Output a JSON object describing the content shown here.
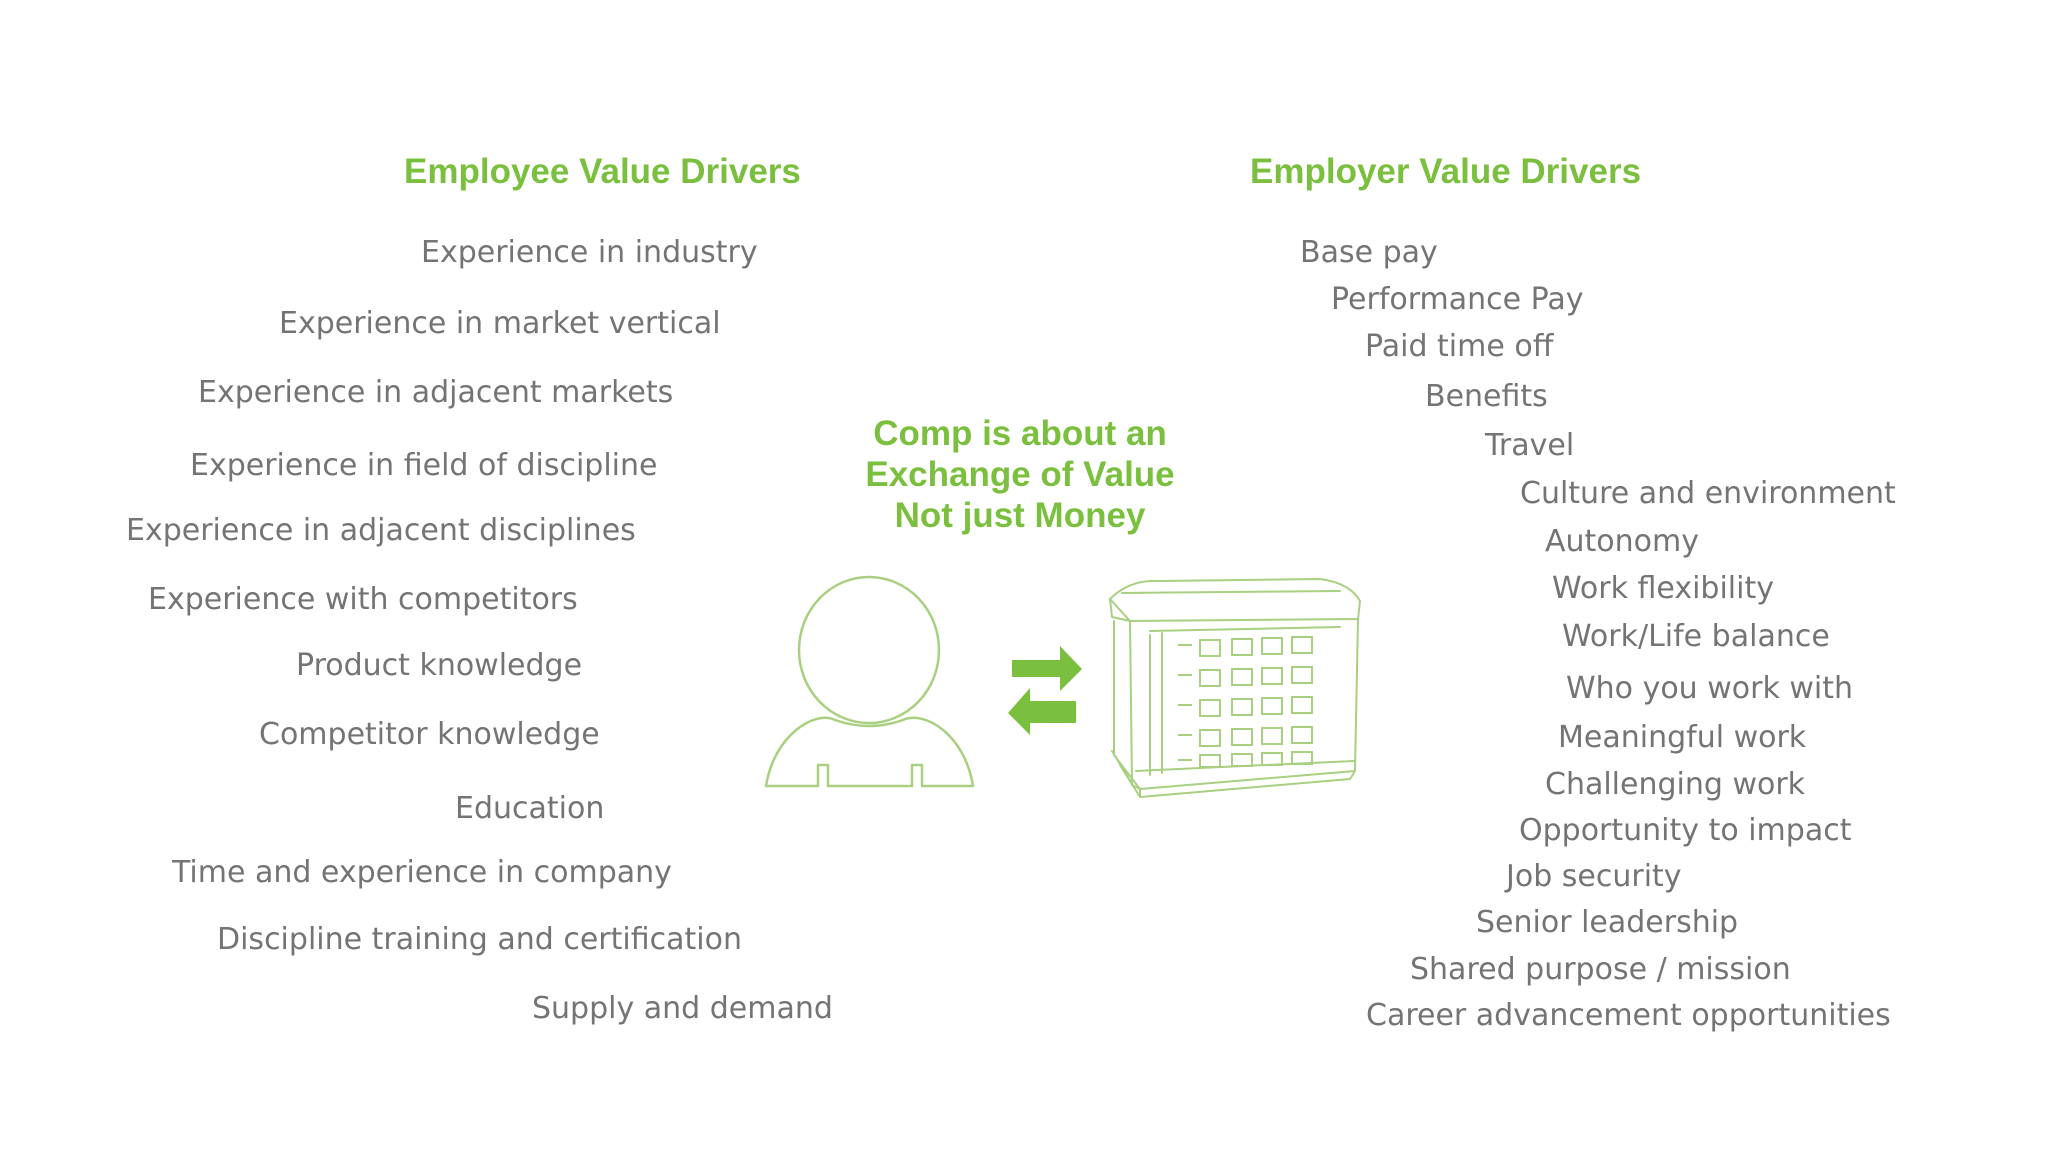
{
  "employee": {
    "heading": "Employee Value Drivers",
    "items": [
      "Experience in industry",
      "Experience in market vertical",
      "Experience in adjacent markets",
      "Experience in field of discipline",
      "Experience in adjacent disciplines",
      "Experience with competitors",
      "Product knowledge",
      "Competitor knowledge",
      "Education",
      "Time and experience in company",
      "Discipline training and certification",
      "Supply and demand"
    ]
  },
  "employer": {
    "heading": "Employer Value Drivers",
    "items": [
      "Base pay",
      "Performance Pay",
      "Paid time off",
      "Benefits",
      "Travel",
      "Culture and environment",
      "Autonomy",
      "Work flexibility",
      "Work/Life balance",
      "Who you work with",
      "Meaningful work",
      "Challenging work",
      "Opportunity to impact",
      "Job security",
      "Senior leadership",
      "Shared purpose / mission",
      "Career advancement opportunities"
    ]
  },
  "center": {
    "lines": [
      "Comp is about an",
      "Exchange of Value",
      "Not just Money"
    ]
  },
  "colors": {
    "accent": "#7bbf3e",
    "text": "#747474",
    "outline": "#a8d080"
  },
  "icons": {
    "person": "person-outline-icon",
    "exchange": "exchange-arrows-icon",
    "building": "office-building-icon"
  }
}
